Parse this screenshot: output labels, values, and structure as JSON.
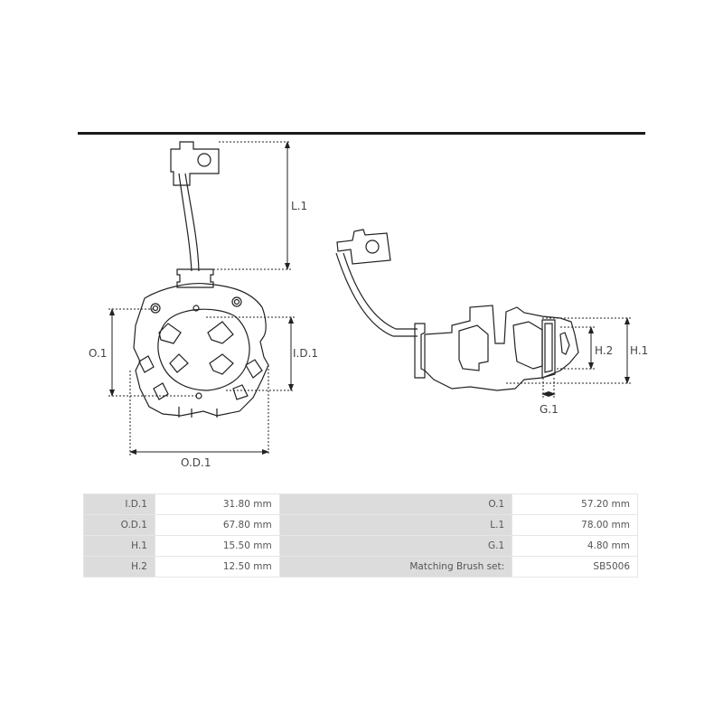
{
  "drawing": {
    "front_view": {
      "labels": {
        "length": "L.1",
        "outer": "O.1",
        "inner_diameter": "I.D.1",
        "outer_diameter": "O.D.1"
      }
    },
    "side_view": {
      "labels": {
        "height_2": "H.2",
        "height_1": "H.1",
        "gap": "G.1"
      }
    }
  },
  "specs": {
    "rows": [
      {
        "label_left": "I.D.1",
        "value_left": "31.80 mm",
        "label_right": "O.1",
        "value_right": "57.20 mm"
      },
      {
        "label_left": "O.D.1",
        "value_left": "67.80 mm",
        "label_right": "L.1",
        "value_right": "78.00 mm"
      },
      {
        "label_left": "H.1",
        "value_left": "15.50 mm",
        "label_right": "G.1",
        "value_right": "4.80 mm"
      },
      {
        "label_left": "H.2",
        "value_left": "12.50 mm",
        "label_right": "Matching Brush set:",
        "value_right": "SB5006"
      }
    ]
  },
  "colors": {
    "rule": "#1a1a1a",
    "label_cell": "#dcdcdc",
    "value_cell": "#ffffff",
    "text": "#555555",
    "line": "#222222"
  }
}
